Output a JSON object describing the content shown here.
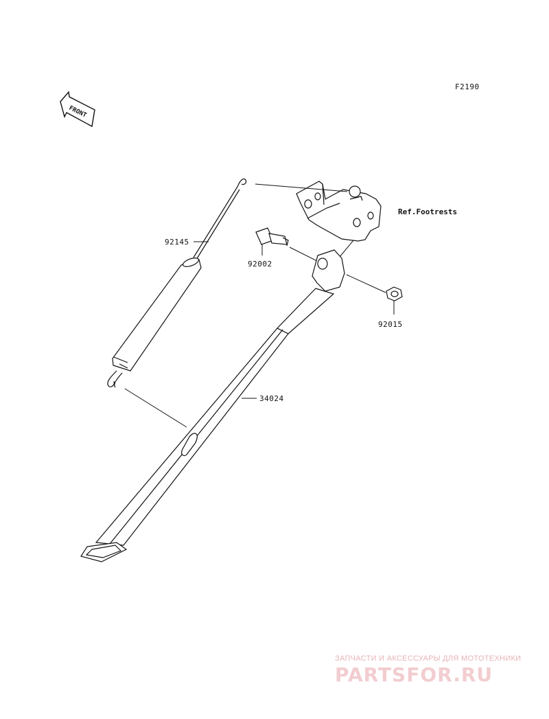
{
  "diagram": {
    "code": "F2190",
    "front_label": "FRONT",
    "reference_note": "Ref.Footrests",
    "parts": [
      {
        "number": "92145"
      },
      {
        "number": "92002"
      },
      {
        "number": "92015"
      },
      {
        "number": "34024"
      }
    ]
  },
  "watermark": {
    "tagline": "ЗАПЧАСТИ И АКСЕССУАРЫ ДЛЯ МОТОТЕХНИКИ",
    "logo": "PARTSFOR.RU"
  }
}
